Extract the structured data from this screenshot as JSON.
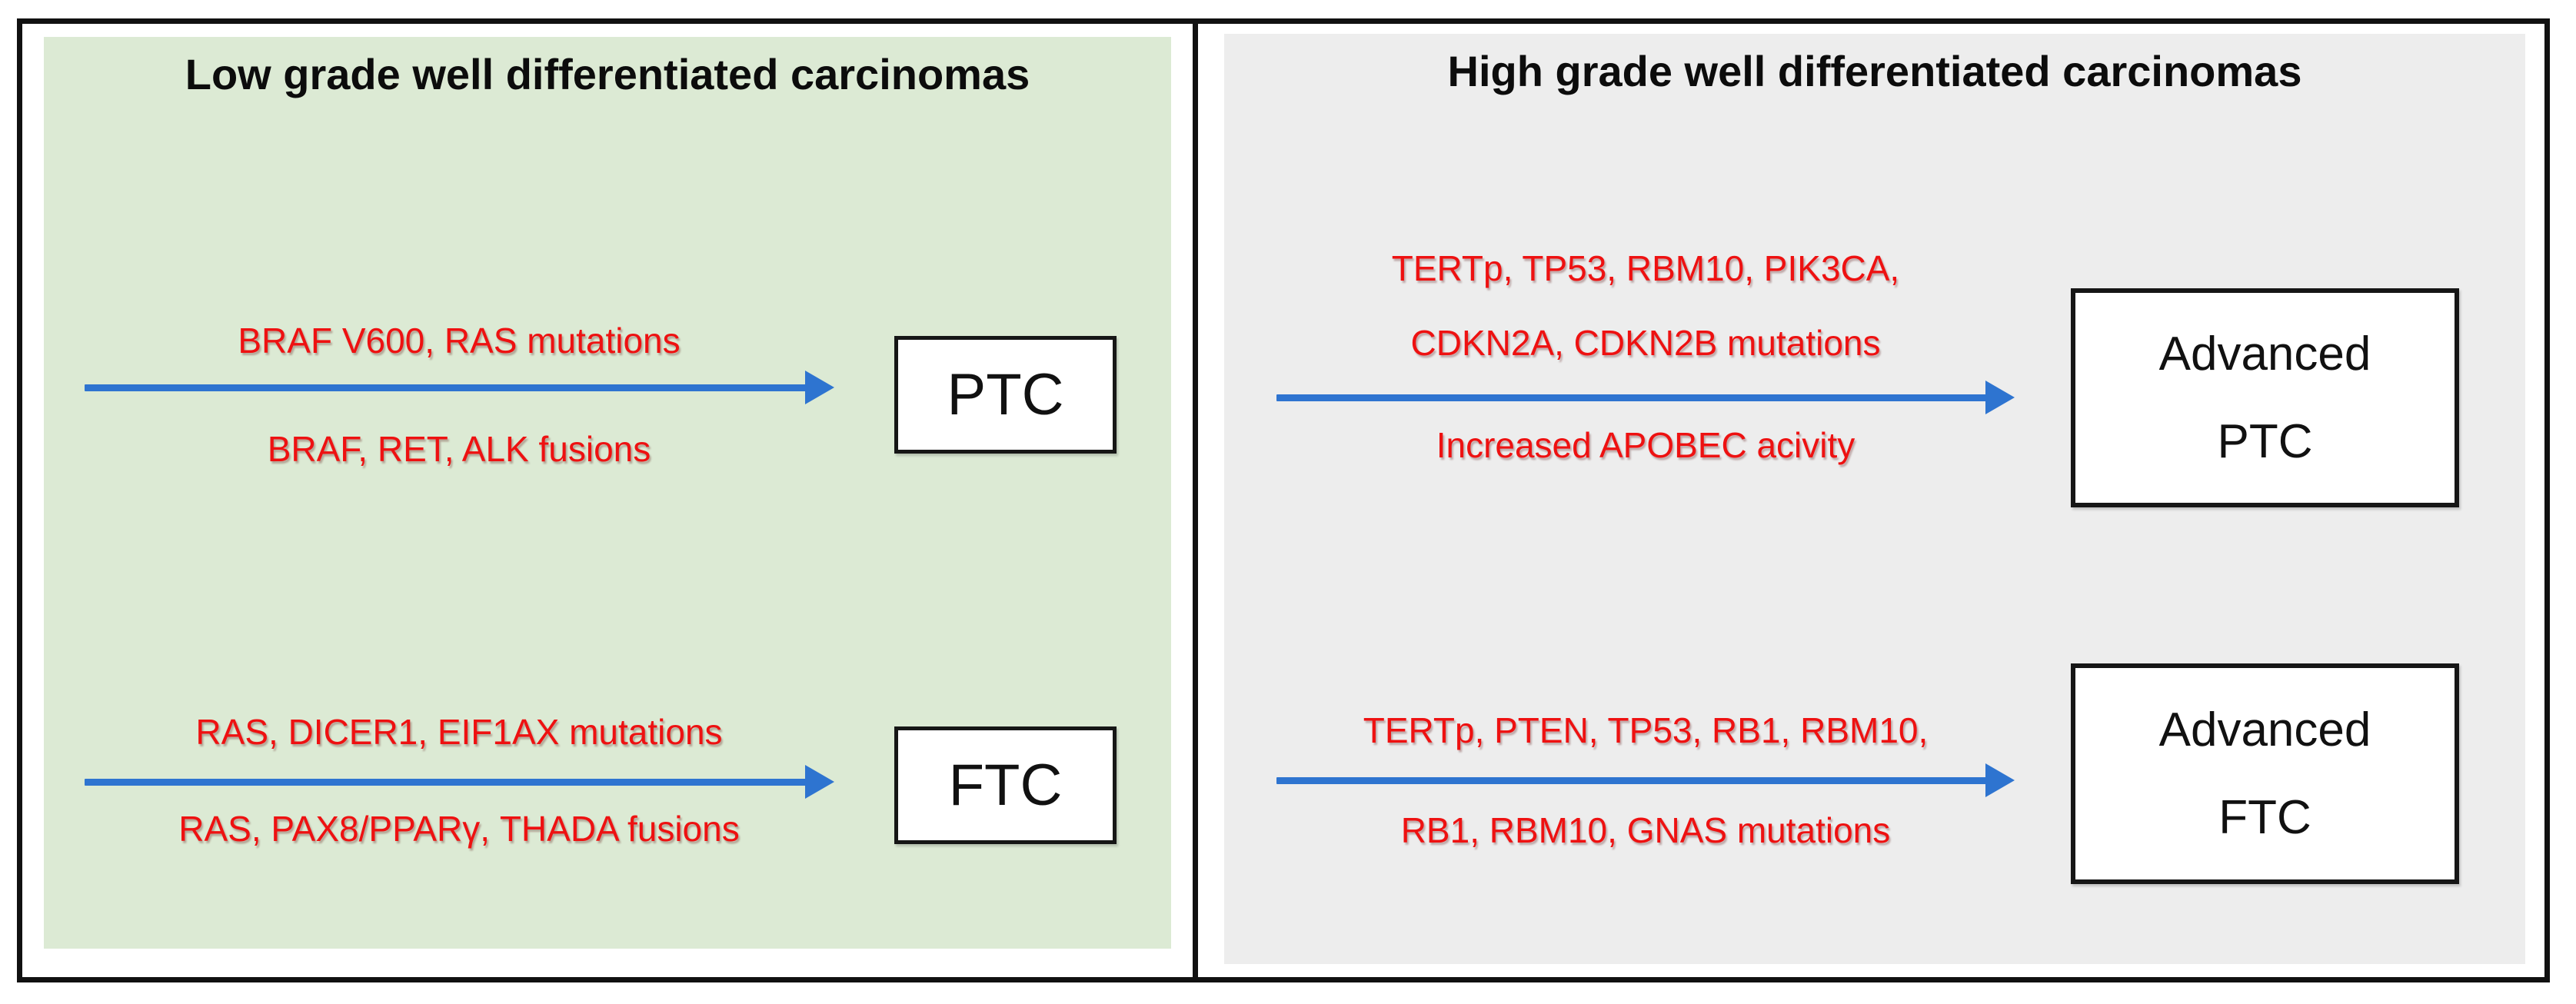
{
  "figure": {
    "left_panel": {
      "title": "Low grade well differentiated carcinomas",
      "rows": [
        {
          "label_above": "BRAF V600, RAS mutations",
          "label_below": "BRAF, RET, ALK fusions",
          "target": "PTC"
        },
        {
          "label_above": "RAS, DICER1, EIF1AX mutations",
          "label_below": "RAS, PAX8/PPARγ, THADA fusions",
          "target": "FTC"
        }
      ]
    },
    "right_panel": {
      "title": "High grade well differentiated carcinomas",
      "rows": [
        {
          "label_above_line1": "TERTp, TP53, RBM10, PIK3CA,",
          "label_above_line2": "CDKN2A, CDKN2B mutations",
          "label_below": "Increased APOBEC acivity",
          "target_line1": "Advanced",
          "target_line2": "PTC"
        },
        {
          "label_above_line1": "TERTp, PTEN, TP53, RB1, RBM10,",
          "label_below": "RB1, RBM10, GNAS mutations",
          "target_line1": "Advanced",
          "target_line2": "FTC"
        }
      ]
    },
    "colors": {
      "left_panel_bg": "#dcead4",
      "right_panel_bg": "#ededed",
      "mutation_label_red": "#ee1111",
      "arrow_blue": "#2e74d0",
      "border_black": "#111111",
      "box_bg": "#ffffff"
    }
  }
}
